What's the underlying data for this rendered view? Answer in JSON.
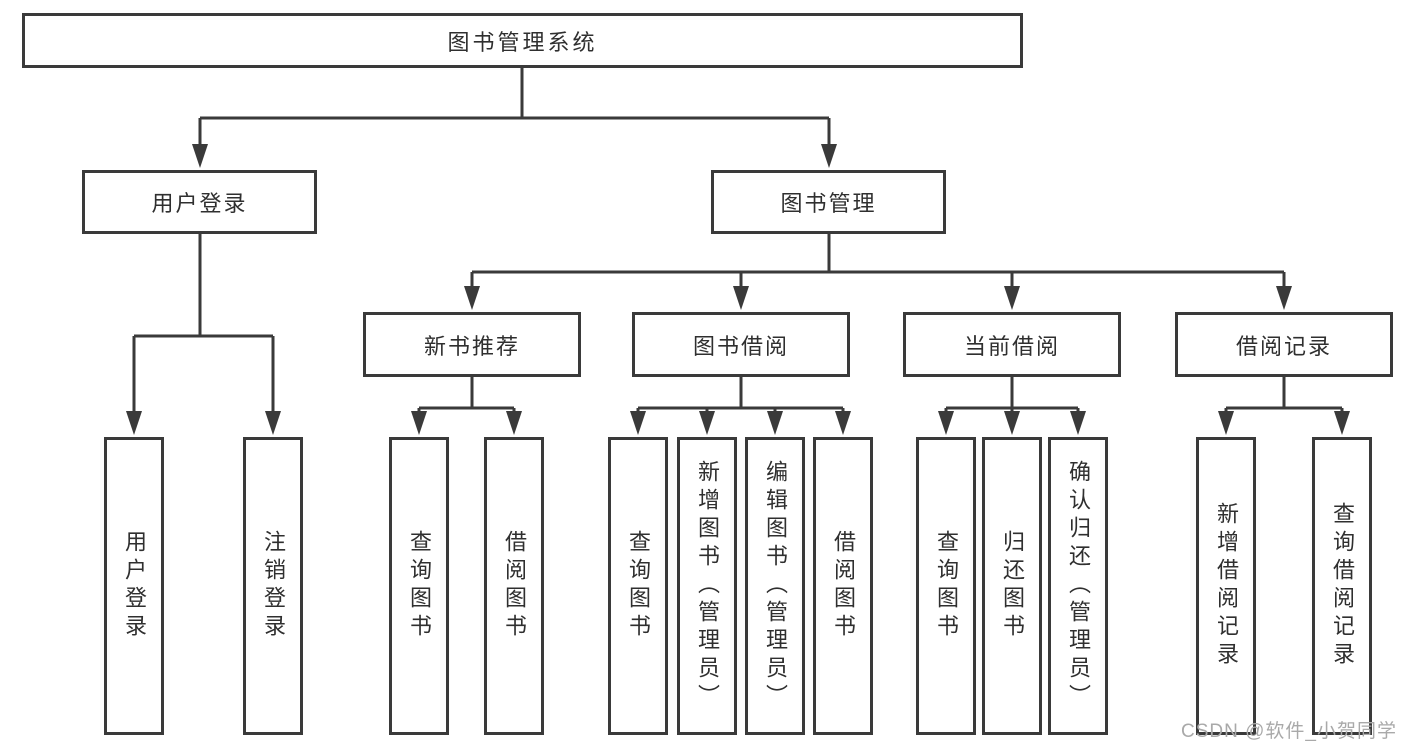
{
  "diagram": {
    "type": "hierarchy-tree",
    "tree": {
      "root": {
        "label": "图书管理系统",
        "children": [
          {
            "label": "用户登录",
            "children": [
              {
                "label": "用户登录"
              },
              {
                "label": "注销登录"
              }
            ]
          },
          {
            "label": "图书管理",
            "children": [
              {
                "label": "新书推荐",
                "children": [
                  {
                    "label": "查询图书"
                  },
                  {
                    "label": "借阅图书"
                  }
                ]
              },
              {
                "label": "图书借阅",
                "children": [
                  {
                    "label": "查询图书"
                  },
                  {
                    "label": "新增图书（管理员）"
                  },
                  {
                    "label": "编辑图书（管理员）"
                  },
                  {
                    "label": "借阅图书"
                  }
                ]
              },
              {
                "label": "当前借阅",
                "children": [
                  {
                    "label": "查询图书"
                  },
                  {
                    "label": "归还图书"
                  },
                  {
                    "label": "确认归还（管理员）"
                  }
                ]
              },
              {
                "label": "借阅记录",
                "children": [
                  {
                    "label": "新增借阅记录"
                  },
                  {
                    "label": "查询借阅记录"
                  }
                ]
              }
            ]
          }
        ]
      }
    },
    "colors": {
      "line": "#3a3a3a",
      "box_border": "#3a3a3a",
      "box_fill": "#ffffff",
      "text": "#2f2f2f",
      "background": "#ffffff",
      "watermark": "#a9a9a9"
    }
  },
  "watermark": {
    "text": "CSDN @软件_小贺同学"
  }
}
